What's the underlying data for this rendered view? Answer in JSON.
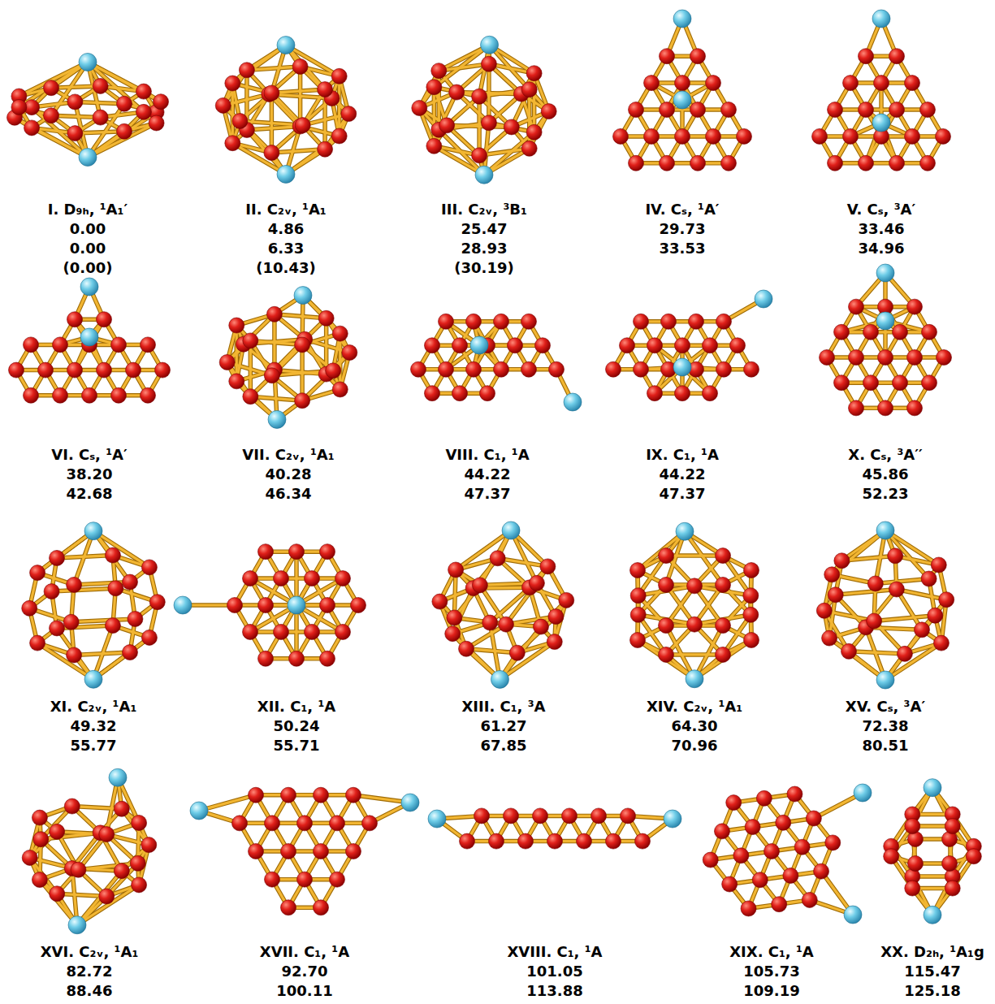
{
  "diagram": {
    "labels": [
      "I. D₉ₕ, ¹A₁′",
      "0.00",
      "0.00",
      "(0.00)",
      "II. C₂ᵥ, ¹A₁",
      "4.86",
      "6.33",
      "(10.43)",
      "III. C₂ᵥ, ³B₁",
      "25.47",
      "28.93",
      "(30.19)",
      "IV. Cₛ, ¹A′",
      "29.73",
      "33.53",
      "V. Cₛ, ³A′",
      "33.46",
      "34.96",
      "VI. Cₛ, ¹A′",
      "38.20",
      "42.68",
      "VII. C₂ᵥ, ¹A₁",
      "40.28",
      "46.34",
      "VIII. C₁, ¹A",
      "44.22",
      "47.37",
      "IX. C₁, ¹A",
      "44.22",
      "47.37",
      "X. Cₛ, ³A′′",
      "45.86",
      "52.23",
      "XI. C₂ᵥ, ¹A₁",
      "49.32",
      "55.77",
      "XII. C₁, ¹A",
      "50.24",
      "55.71",
      "XIII. C₁, ³A",
      "61.27",
      "67.85",
      "XIV. C₂ᵥ, ¹A₁",
      "64.30",
      "70.96",
      "XV. Cₛ, ³A′",
      "72.38",
      "80.51",
      "XVI. C₂ᵥ, ¹A₁",
      "82.72",
      "88.46",
      "XVII. C₁, ¹A",
      "92.70",
      "100.11",
      "XVIII. C₁, ¹A",
      "101.05",
      "113.88",
      "XIX. C₁, ¹A",
      "105.73",
      "109.19",
      "XX. D₂ₕ, ¹A₁g",
      "115.47",
      "125.18"
    ]
  }
}
